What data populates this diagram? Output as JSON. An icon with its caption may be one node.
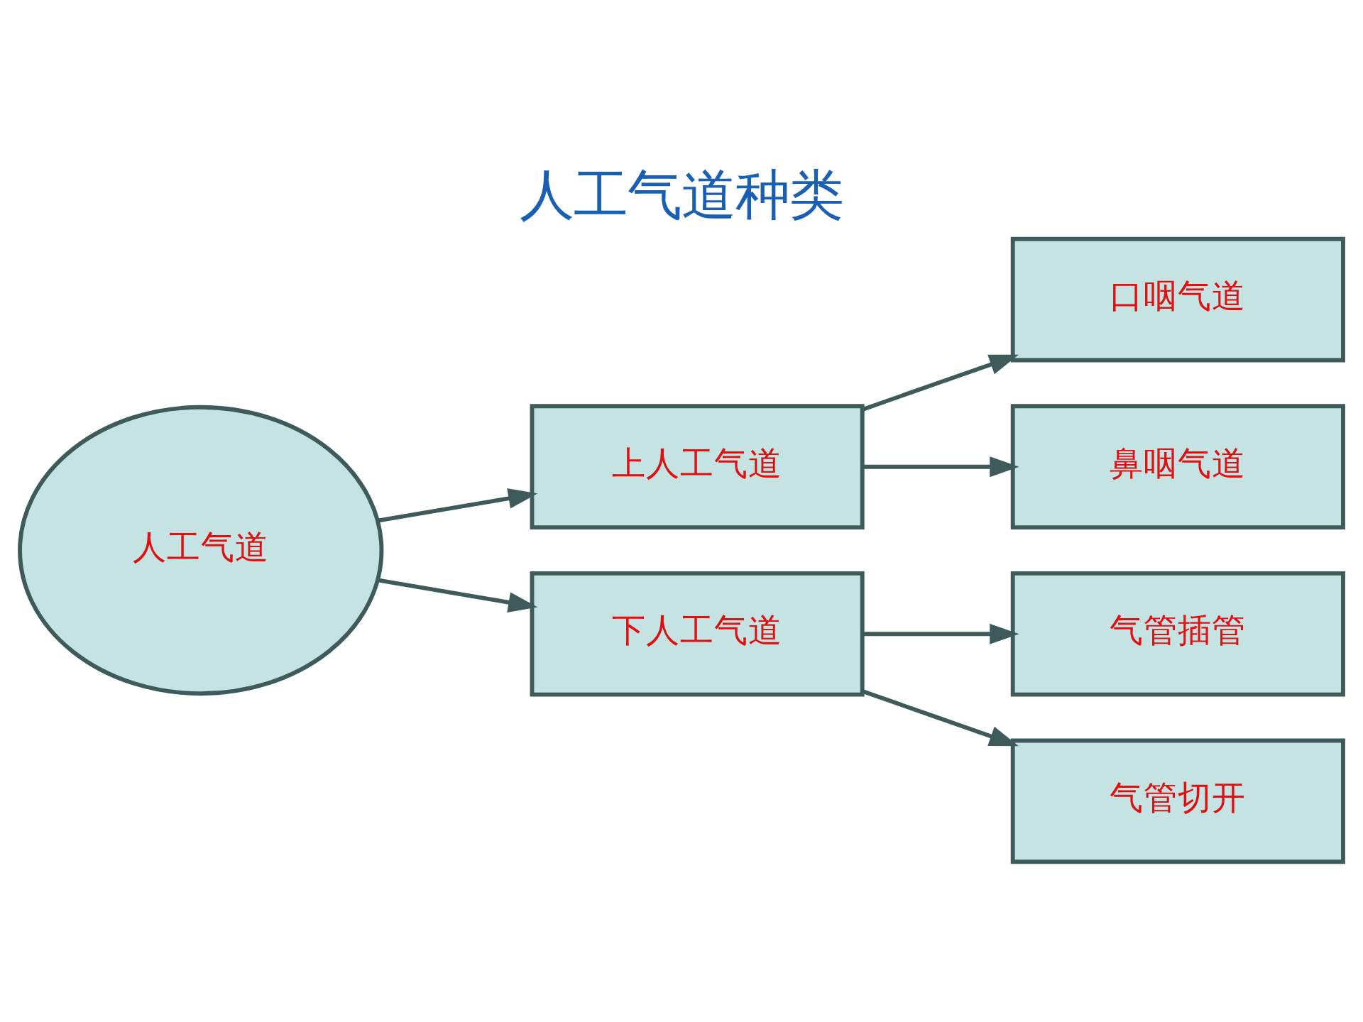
{
  "diagram": {
    "title": "人工气道种类",
    "nodes": [
      {
        "text": [
          "人工气道"
        ]
      },
      {
        "text": [
          "上人工气道"
        ]
      },
      {
        "text": [
          "下人工气道"
        ]
      },
      {
        "text": [
          "口咽气道"
        ]
      },
      {
        "text": [
          "鼻咽气道"
        ]
      },
      {
        "text": [
          "气管插管"
        ]
      },
      {
        "text": [
          "气管切开"
        ]
      }
    ],
    "edges": [
      {
        "from": 0,
        "to": 1,
        "arrow": "to"
      },
      {
        "from": 0,
        "to": 2,
        "arrow": "to"
      },
      {
        "from": 1,
        "to": 3,
        "arrow": "to"
      },
      {
        "from": 1,
        "to": 4,
        "arrow": "to"
      },
      {
        "from": 2,
        "to": 5,
        "arrow": "to"
      },
      {
        "from": 2,
        "to": 6,
        "arrow": "to"
      }
    ]
  }
}
